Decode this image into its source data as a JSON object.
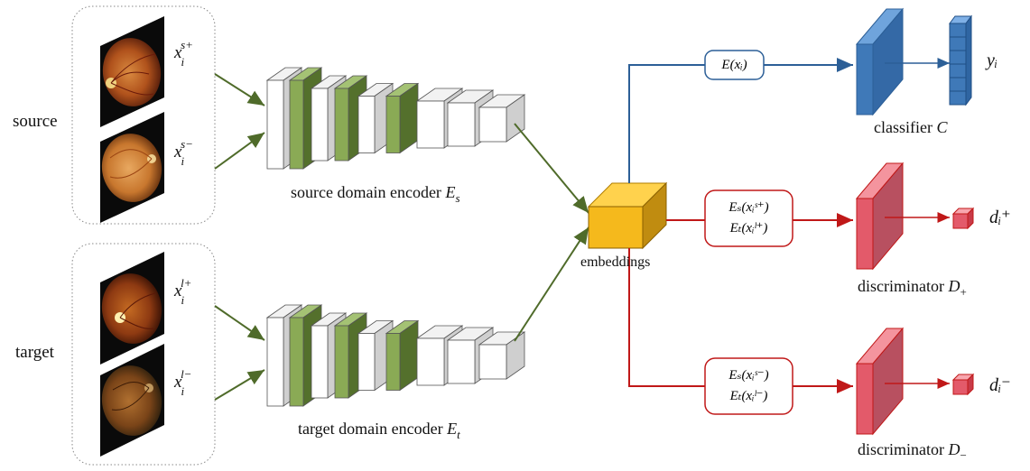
{
  "labels": {
    "source": "source",
    "target": "target",
    "source_encoder": "source domain encoder",
    "source_encoder_sym": "E",
    "source_encoder_sub": "s",
    "target_encoder": "target domain encoder",
    "target_encoder_sym": "E",
    "target_encoder_sub": "t",
    "embeddings": "embeddings",
    "classifier": "classifier",
    "classifier_sym": "C",
    "discriminator_pos": "discriminator",
    "discriminator_pos_sym": "D",
    "discriminator_pos_sub": "+",
    "discriminator_neg": "discriminator",
    "discriminator_neg_sym": "D",
    "discriminator_neg_sub": "−"
  },
  "inputs": {
    "source_pos": {
      "base": "x",
      "sub": "i",
      "sup": "s+"
    },
    "source_neg": {
      "base": "x",
      "sub": "i",
      "sup": "s−"
    },
    "target_pos": {
      "base": "x",
      "sub": "i",
      "sup": "l+"
    },
    "target_neg": {
      "base": "x",
      "sub": "i",
      "sup": "l−"
    }
  },
  "boxes": {
    "classifier_input": "E(xᵢ)",
    "pos_line1": "Eₛ(xᵢˢ⁺)",
    "pos_line2": "Eₜ(xᵢˡ⁺)",
    "neg_line1": "Eₛ(xᵢˢ⁻)",
    "neg_line2": "Eₜ(xᵢˡ⁻)"
  },
  "outputs": {
    "class_label": "yᵢ",
    "d_pos": "dᵢ⁺",
    "d_neg": "dᵢ⁻"
  },
  "colors": {
    "green": "#8aaa55",
    "green_dark": "#54702c",
    "arrow_green": "#4f6b2a",
    "blue": "#3f79b8",
    "blue_arrow": "#2c5f97",
    "red": "#e35a6a",
    "red_arrow": "#c01818",
    "gold": "#f5b91c"
  }
}
